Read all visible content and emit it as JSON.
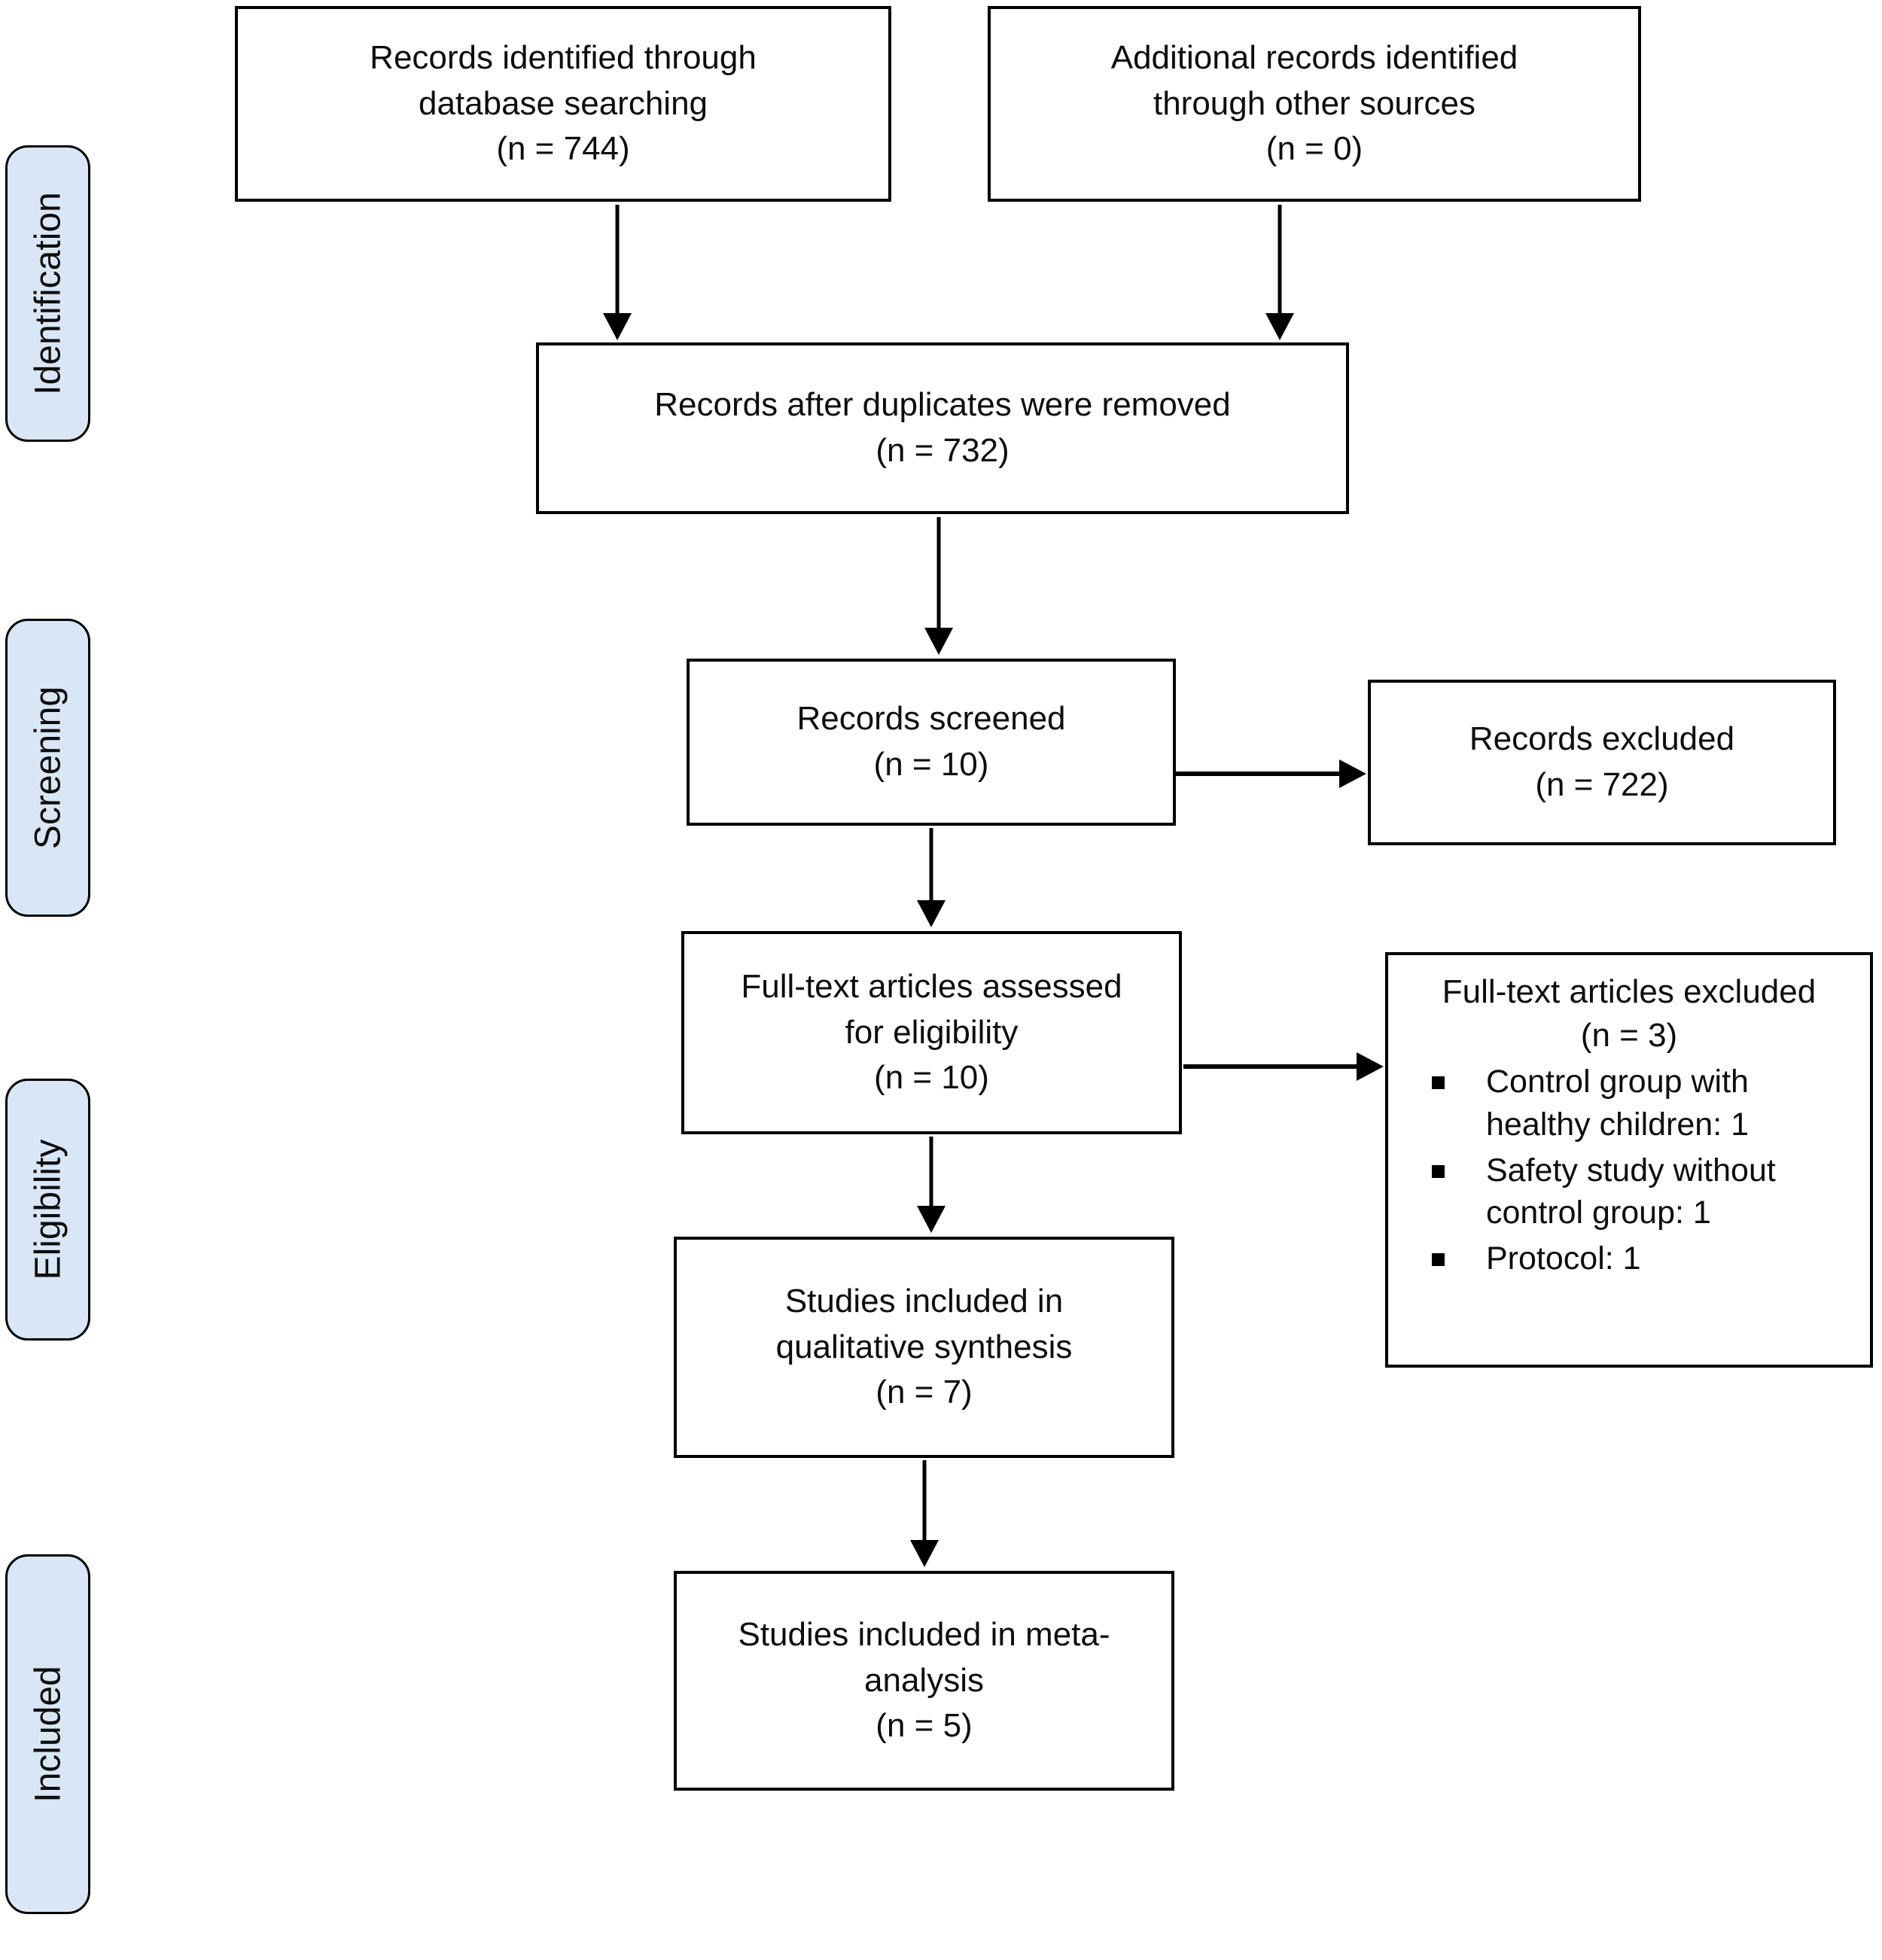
{
  "colors": {
    "stage_fill": "#d9e6f6",
    "stage_border": "#000000",
    "box_border": "#000000",
    "arrow": "#000000",
    "text": "#0d0d0d"
  },
  "stages": [
    {
      "label": "Identification"
    },
    {
      "label": "Screening"
    },
    {
      "label": "Eligibility"
    },
    {
      "label": "Included"
    }
  ],
  "boxes": {
    "identified": {
      "text": "Records identified through\ndatabase searching\n(n = 744)"
    },
    "additional": {
      "text": "Additional records identified\nthrough other sources\n(n = 0)"
    },
    "duplicates_removed": {
      "text": "Records after duplicates were removed\n(n = 732)"
    },
    "screened": {
      "text": "Records screened\n(n = 10)"
    },
    "records_excluded": {
      "text": "Records excluded\n(n = 722)"
    },
    "fulltext_assessed": {
      "text": "Full-text articles assessed\nfor eligibility\n(n = 10)"
    },
    "fulltext_excluded": {
      "title": "Full-text articles excluded\n(n = 3)",
      "bullets": [
        "Control group with healthy children: 1",
        "Safety study without control group: 1",
        "Protocol: 1"
      ]
    },
    "qualitative": {
      "text": "Studies included in\nqualitative synthesis\n(n = 7)"
    },
    "meta": {
      "text": "Studies included in meta-\nanalysis\n(n = 5)"
    }
  }
}
